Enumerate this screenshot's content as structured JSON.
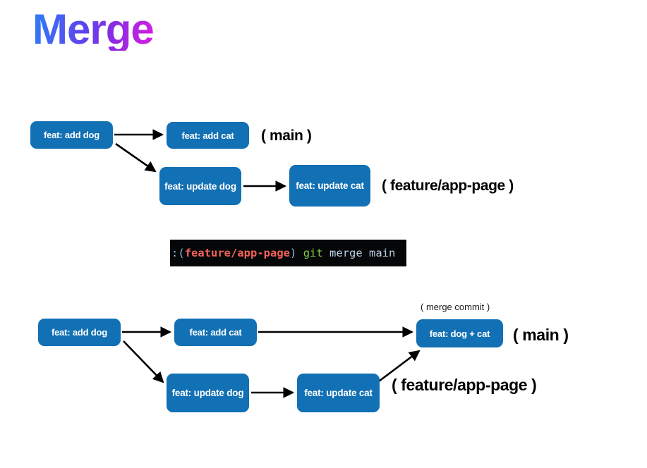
{
  "page": {
    "title": "Merge",
    "background": "#ffffff",
    "node_color": "#1270b4",
    "node_text_color": "#ffffff",
    "title_gradient_from": "#2f7ef6",
    "title_gradient_to": "#d81fe0"
  },
  "diagram_before": {
    "nodes": [
      {
        "id": "b-add-dog",
        "label": "feat: add dog"
      },
      {
        "id": "b-add-cat",
        "label": "feat: add cat"
      },
      {
        "id": "b-update-dog",
        "label": "feat: update dog"
      },
      {
        "id": "b-update-cat",
        "label": "feat: update cat"
      }
    ],
    "labels": [
      {
        "id": "b-main",
        "text": "( main )"
      },
      {
        "id": "b-feature",
        "text": "( feature/app-page )"
      }
    ]
  },
  "terminal": {
    "prompt_symbol": ":",
    "open_paren": "(",
    "branch": "feature/app-page",
    "close_paren": ")",
    "command": "git",
    "args": "merge main",
    "background": "#050608",
    "branch_color": "#f2645a",
    "command_color": "#7fd14e",
    "args_color": "#bcd2e8"
  },
  "diagram_after": {
    "nodes": [
      {
        "id": "a-add-dog",
        "label": "feat: add dog"
      },
      {
        "id": "a-add-cat",
        "label": "feat: add cat"
      },
      {
        "id": "a-update-dog",
        "label": "feat: update dog"
      },
      {
        "id": "a-update-cat",
        "label": "feat: update cat"
      },
      {
        "id": "a-merge",
        "label": "feat: dog + cat"
      }
    ],
    "labels": [
      {
        "id": "a-merge-note",
        "text": "( merge commit )"
      },
      {
        "id": "a-main",
        "text": "( main )"
      },
      {
        "id": "a-feature",
        "text": "( feature/app-page )"
      }
    ]
  }
}
